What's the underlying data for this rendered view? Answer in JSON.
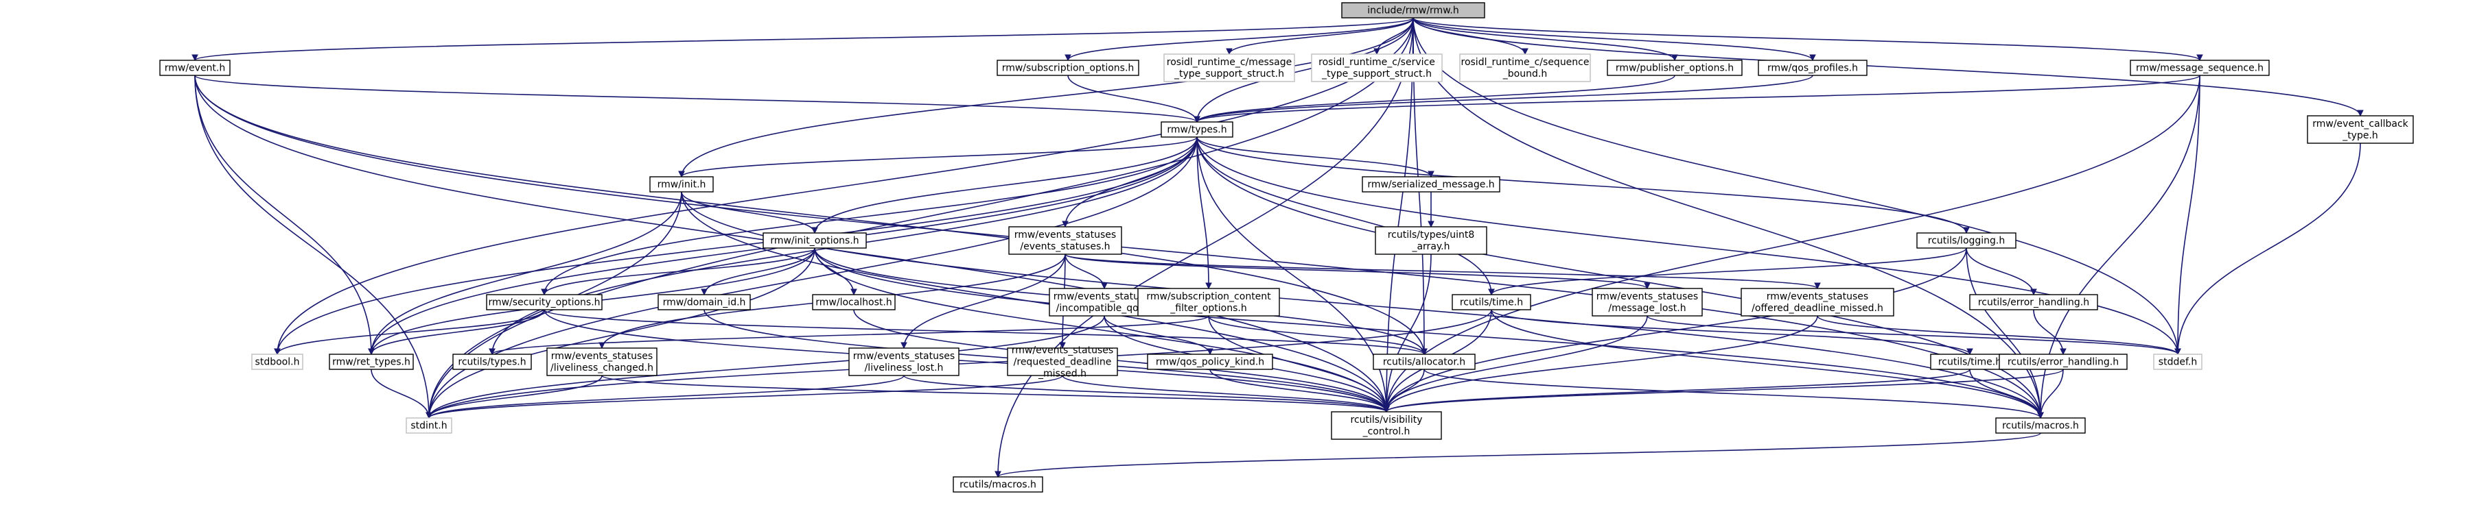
{
  "graph": {
    "nodes": [
      {
        "id": "rmw",
        "lines": [
          "include/rmw/rmw.h"
        ],
        "style": "focus"
      },
      {
        "id": "event",
        "lines": [
          "rmw/event.h"
        ]
      },
      {
        "id": "sub_opts",
        "lines": [
          "rmw/subscription_options.h"
        ]
      },
      {
        "id": "rosidl_msg",
        "lines": [
          "rosidl_runtime_c/message",
          "_type_support_struct.h"
        ],
        "style": "external"
      },
      {
        "id": "rosidl_srv",
        "lines": [
          "rosidl_runtime_c/service",
          "_type_support_struct.h"
        ],
        "style": "external"
      },
      {
        "id": "rosidl_seq",
        "lines": [
          "rosidl_runtime_c/sequence",
          "_bound.h"
        ],
        "style": "external"
      },
      {
        "id": "pub_opts",
        "lines": [
          "rmw/publisher_options.h"
        ]
      },
      {
        "id": "qos_profiles",
        "lines": [
          "rmw/qos_profiles.h"
        ]
      },
      {
        "id": "msg_seq",
        "lines": [
          "rmw/message_sequence.h"
        ]
      },
      {
        "id": "types",
        "lines": [
          "rmw/types.h"
        ]
      },
      {
        "id": "event_cb",
        "lines": [
          "rmw/event_callback",
          "_type.h"
        ]
      },
      {
        "id": "init",
        "lines": [
          "rmw/init.h"
        ]
      },
      {
        "id": "serialized",
        "lines": [
          "rmw/serialized_message.h"
        ]
      },
      {
        "id": "init_opts",
        "lines": [
          "rmw/init_options.h"
        ]
      },
      {
        "id": "ev_statuses",
        "lines": [
          "rmw/events_statuses",
          "/events_statuses.h"
        ]
      },
      {
        "id": "uint8_array",
        "lines": [
          "rcutils/types/uint8",
          "_array.h"
        ]
      },
      {
        "id": "logging",
        "lines": [
          "rcutils/logging.h"
        ]
      },
      {
        "id": "security",
        "lines": [
          "rmw/security_options.h"
        ]
      },
      {
        "id": "domain_id",
        "lines": [
          "rmw/domain_id.h"
        ]
      },
      {
        "id": "localhost",
        "lines": [
          "rmw/localhost.h"
        ]
      },
      {
        "id": "incompat",
        "lines": [
          "rmw/events_statuses",
          "/incompatible_qos.h"
        ]
      },
      {
        "id": "sub_filter",
        "lines": [
          "rmw/subscription_content",
          "_filter_options.h"
        ]
      },
      {
        "id": "rc_time_h",
        "lines": [
          "rcutils/time.h"
        ]
      },
      {
        "id": "msg_lost",
        "lines": [
          "rmw/events_statuses",
          "/message_lost.h"
        ]
      },
      {
        "id": "offered",
        "lines": [
          "rmw/events_statuses",
          "/offered_deadline_missed.h"
        ]
      },
      {
        "id": "err_handling_outer",
        "lines": [
          "rcutils/error_handling.h"
        ]
      },
      {
        "id": "stdbool",
        "lines": [
          "stdbool.h"
        ],
        "style": "external"
      },
      {
        "id": "ret_types",
        "lines": [
          "rmw/ret_types.h"
        ]
      },
      {
        "id": "rc_types",
        "lines": [
          "rcutils/types.h"
        ]
      },
      {
        "id": "liveliness_changed",
        "lines": [
          "rmw/events_statuses",
          "/liveliness_changed.h"
        ]
      },
      {
        "id": "liveliness_lost",
        "lines": [
          "rmw/events_statuses",
          "/liveliness_lost.h"
        ]
      },
      {
        "id": "req_deadline",
        "lines": [
          "rmw/events_statuses",
          "/requested_deadline",
          "_missed.h"
        ]
      },
      {
        "id": "qos_kind",
        "lines": [
          "rmw/qos_policy_kind.h"
        ]
      },
      {
        "id": "allocator",
        "lines": [
          "rcutils/allocator.h"
        ]
      },
      {
        "id": "rc_time2",
        "lines": [
          "rcutils/time.h"
        ]
      },
      {
        "id": "err_handling",
        "lines": [
          "rcutils/error_handling.h"
        ]
      },
      {
        "id": "stddef",
        "lines": [
          "stddef.h"
        ],
        "style": "external"
      },
      {
        "id": "stdint",
        "lines": [
          "stdint.h"
        ],
        "style": "external"
      },
      {
        "id": "visibility",
        "lines": [
          "rcutils/visibility",
          "_control.h"
        ]
      },
      {
        "id": "macros",
        "lines": [
          "rcutils/macros.h"
        ]
      },
      {
        "id": "macros_bottom",
        "lines": [
          "rcutils/macros.h"
        ]
      }
    ],
    "edges": [
      [
        "rmw",
        "event"
      ],
      [
        "rmw",
        "sub_opts"
      ],
      [
        "rmw",
        "rosidl_msg"
      ],
      [
        "rmw",
        "rosidl_srv"
      ],
      [
        "rmw",
        "rosidl_seq"
      ],
      [
        "rmw",
        "pub_opts"
      ],
      [
        "rmw",
        "qos_profiles"
      ],
      [
        "rmw",
        "msg_seq"
      ],
      [
        "rmw",
        "event_cb"
      ],
      [
        "rmw",
        "types"
      ],
      [
        "rmw",
        "init"
      ],
      [
        "rmw",
        "stdbool"
      ],
      [
        "rmw",
        "stdint"
      ],
      [
        "rmw",
        "stddef"
      ],
      [
        "rmw",
        "allocator"
      ],
      [
        "rmw",
        "macros"
      ],
      [
        "rmw",
        "macros_bottom"
      ],
      [
        "rmw",
        "visibility"
      ],
      [
        "event",
        "types"
      ],
      [
        "event",
        "ret_types"
      ],
      [
        "event",
        "stdint"
      ],
      [
        "event",
        "visibility"
      ],
      [
        "event",
        "macros"
      ],
      [
        "event",
        "allocator"
      ],
      [
        "sub_opts",
        "types"
      ],
      [
        "pub_opts",
        "types"
      ],
      [
        "qos_profiles",
        "types"
      ],
      [
        "msg_seq",
        "types"
      ],
      [
        "msg_seq",
        "stddef"
      ],
      [
        "msg_seq",
        "visibility"
      ],
      [
        "msg_seq",
        "macros"
      ],
      [
        "event_cb",
        "stddef"
      ],
      [
        "types",
        "init"
      ],
      [
        "types",
        "serialized"
      ],
      [
        "types",
        "init_opts"
      ],
      [
        "types",
        "ev_statuses"
      ],
      [
        "types",
        "logging"
      ],
      [
        "types",
        "security"
      ],
      [
        "types",
        "sub_filter"
      ],
      [
        "types",
        "rc_time_h"
      ],
      [
        "types",
        "ret_types"
      ],
      [
        "types",
        "rc_types"
      ],
      [
        "types",
        "stdint"
      ],
      [
        "types",
        "stdbool"
      ],
      [
        "types",
        "stddef"
      ],
      [
        "types",
        "visibility"
      ],
      [
        "types",
        "macros"
      ],
      [
        "init",
        "init_opts"
      ],
      [
        "init",
        "ret_types"
      ],
      [
        "init",
        "stdint"
      ],
      [
        "init",
        "visibility"
      ],
      [
        "init",
        "macros"
      ],
      [
        "serialized",
        "uint8_array"
      ],
      [
        "uint8_array",
        "visibility"
      ],
      [
        "init_opts",
        "security"
      ],
      [
        "init_opts",
        "domain_id"
      ],
      [
        "init_opts",
        "localhost"
      ],
      [
        "init_opts",
        "ret_types"
      ],
      [
        "init_opts",
        "allocator"
      ],
      [
        "init_opts",
        "stdint"
      ],
      [
        "init_opts",
        "visibility"
      ],
      [
        "init_opts",
        "macros"
      ],
      [
        "ev_statuses",
        "incompat"
      ],
      [
        "ev_statuses",
        "msg_lost"
      ],
      [
        "ev_statuses",
        "offered"
      ],
      [
        "ev_statuses",
        "liveliness_changed"
      ],
      [
        "ev_statuses",
        "liveliness_lost"
      ],
      [
        "ev_statuses",
        "req_deadline"
      ],
      [
        "logging",
        "err_handling_outer"
      ],
      [
        "logging",
        "rc_time_h"
      ],
      [
        "logging",
        "macros"
      ],
      [
        "logging",
        "visibility"
      ],
      [
        "security",
        "stdbool"
      ],
      [
        "security",
        "ret_types"
      ],
      [
        "security",
        "allocator"
      ],
      [
        "security",
        "visibility"
      ],
      [
        "incompat",
        "qos_kind"
      ],
      [
        "incompat",
        "visibility"
      ],
      [
        "incompat",
        "stdint"
      ],
      [
        "sub_filter",
        "allocator"
      ],
      [
        "sub_filter",
        "rc_types"
      ],
      [
        "sub_filter",
        "visibility"
      ],
      [
        "rc_time_h",
        "rc_time2"
      ],
      [
        "rc_time_h",
        "macros"
      ],
      [
        "rc_time_h",
        "stdint"
      ],
      [
        "rc_time_h",
        "visibility"
      ],
      [
        "msg_lost",
        "stddef"
      ],
      [
        "msg_lost",
        "visibility"
      ],
      [
        "offered",
        "stddef"
      ],
      [
        "offered",
        "visibility"
      ],
      [
        "err_handling_outer",
        "err_handling"
      ],
      [
        "err_handling",
        "macros"
      ],
      [
        "err_handling",
        "visibility"
      ],
      [
        "ret_types",
        "stdint"
      ],
      [
        "liveliness_changed",
        "stdint"
      ],
      [
        "liveliness_changed",
        "visibility"
      ],
      [
        "liveliness_lost",
        "stdint"
      ],
      [
        "liveliness_lost",
        "visibility"
      ],
      [
        "req_deadline",
        "stdint"
      ],
      [
        "req_deadline",
        "visibility"
      ],
      [
        "qos_kind",
        "visibility"
      ],
      [
        "allocator",
        "visibility"
      ],
      [
        "allocator",
        "macros"
      ],
      [
        "rc_time2",
        "macros"
      ],
      [
        "rc_time2",
        "visibility"
      ],
      [
        "macros",
        "macros_bottom"
      ],
      [
        "domain_id",
        "visibility"
      ],
      [
        "localhost",
        "visibility"
      ]
    ]
  }
}
